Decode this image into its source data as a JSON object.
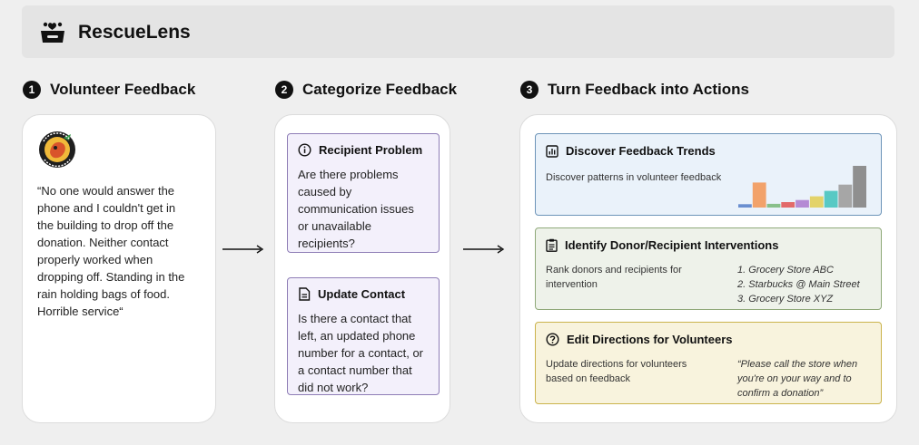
{
  "header": {
    "app_name": "RescueLens",
    "logo_icon": "basket-heart-icon"
  },
  "steps": [
    {
      "number": "1",
      "label": "Volunteer Feedback"
    },
    {
      "number": "2",
      "label": "Categorize Feedback"
    },
    {
      "number": "3",
      "label": "Turn Feedback into Actions"
    }
  ],
  "feedback": {
    "logo_text": "FOOD RESCUE",
    "quote_lines": [
      "“No one would answer the",
      "phone and I couldn't get in",
      "the building to drop off the",
      "donation. Neither contact",
      "properly worked when",
      "dropping off. Standing in the",
      "rain holding bags of food.",
      "Horrible service“"
    ]
  },
  "categories": [
    {
      "title": "Recipient Problem",
      "icon": "info-circle-icon",
      "lines": [
        "Are there problems",
        "caused by",
        "communication issues",
        "or unavailable",
        "recipients?"
      ]
    },
    {
      "title": "Update Contact",
      "icon": "document-icon",
      "lines": [
        "Is there a contact that",
        "left, an updated phone",
        "number for a contact, or",
        "a contact number that",
        "did not work?"
      ]
    }
  ],
  "actions": {
    "trends": {
      "title": "Discover Feedback Trends",
      "icon": "bar-chart-icon",
      "desc": "Discover patterns in volunteer feedback",
      "bar_values": [
        0.08,
        0.6,
        0.09,
        0.13,
        0.18,
        0.27,
        0.4,
        0.55,
        1.0
      ],
      "bar_colors": [
        "#6a8fd0",
        "#f2a26a",
        "#88c08a",
        "#e26a6a",
        "#b58ad4",
        "#e3d36a",
        "#58c9c4",
        "#a6a6a6",
        "#8f8f8f"
      ]
    },
    "interventions": {
      "title": "Identify Donor/Recipient Interventions",
      "icon": "clipboard-icon",
      "desc_lines": [
        "Rank donors and recipients for",
        "intervention"
      ],
      "list": [
        "1. Grocery Store ABC",
        "2. Starbucks @ Main Street",
        "3. Grocery Store XYZ"
      ]
    },
    "directions": {
      "title": "Edit Directions for Volunteers",
      "icon": "question-circle-icon",
      "desc_lines": [
        "Update directions for volunteers",
        "based on  feedback"
      ],
      "example_lines": [
        "“Please call the store when",
        "you're on your way and to",
        "confirm a donation”"
      ]
    }
  }
}
